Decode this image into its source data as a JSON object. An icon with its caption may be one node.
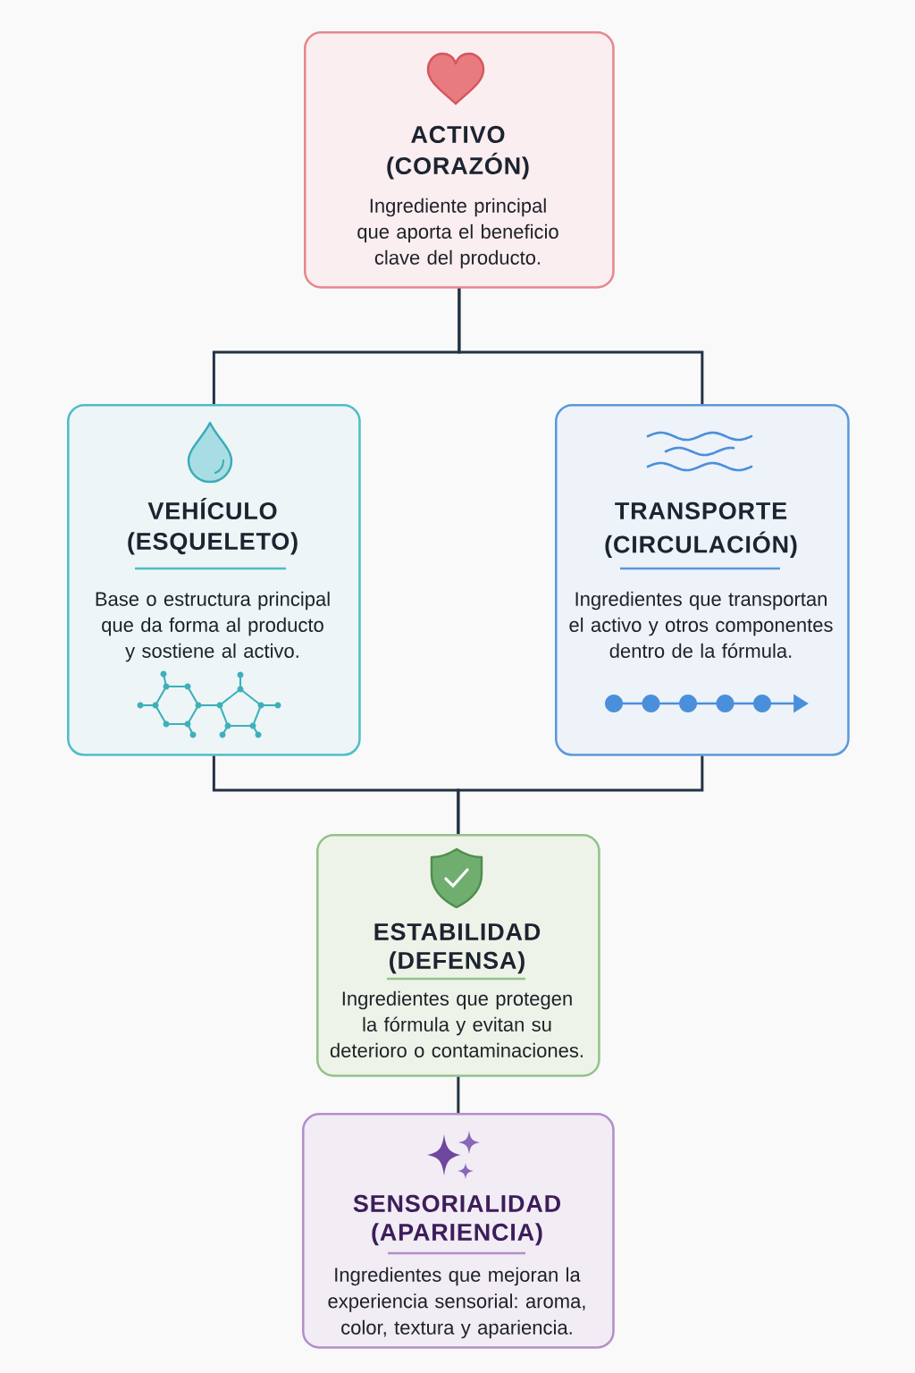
{
  "diagram": {
    "nodes": [
      {
        "text": [
          "ACTIVO (CORAZÓN)",
          "Ingrediente principal que aporta el beneficio clave del producto."
        ]
      },
      {
        "text": [
          "VEHÍCULO (ESQUELETO)",
          "Base o estructura principal que da forma al producto y sostiene al activo."
        ]
      },
      {
        "text": [
          "TRANSPORTE (CIRCULACIÓN)",
          "Ingredientes que transportan el activo y otros componentes dentro de la fórmula."
        ]
      },
      {
        "text": [
          "ESTABILIDAD (DEFENSA)",
          "Ingredientes que protegen la fórmula y evitan su deterioro o contaminaciones."
        ]
      },
      {
        "text": [
          "SENSORIALIDAD (APARIENCIA)",
          "Ingredientes que mejoran la experiencia sensorial: aroma, color, textura y apariencia."
        ]
      }
    ],
    "edges": [
      {
        "from": 0,
        "to": 1,
        "arrow": "none"
      },
      {
        "from": 0,
        "to": 2,
        "arrow": "none"
      },
      {
        "from": 1,
        "to": 3,
        "arrow": "none"
      },
      {
        "from": 2,
        "to": 3,
        "arrow": "none"
      },
      {
        "from": 3,
        "to": 4,
        "arrow": "none"
      }
    ]
  }
}
